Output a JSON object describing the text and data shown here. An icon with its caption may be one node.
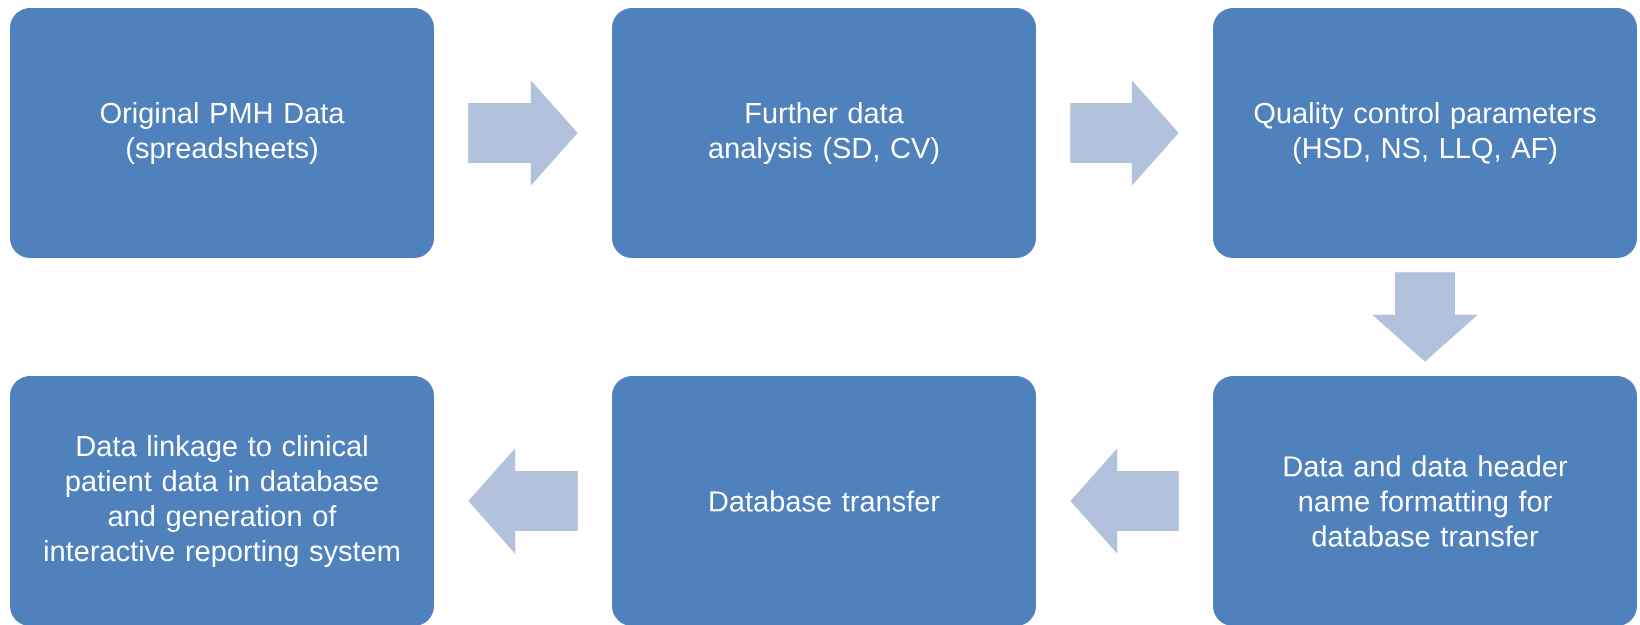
{
  "diagram": {
    "nodes": [
      {
        "text": [
          "Original PMH Data (spreadsheets)"
        ]
      },
      {
        "text": [
          "Further data analysis (SD, CV)"
        ]
      },
      {
        "text": [
          "Quality control parameters (HSD, NS, LLQ, AF)"
        ]
      },
      {
        "text": [
          "Data and data header name formatting for database transfer"
        ]
      },
      {
        "text": [
          "Database transfer"
        ]
      },
      {
        "text": [
          "Data linkage to clinical patient data in database and generation of interactive reporting system"
        ]
      }
    ],
    "edges": [
      {
        "from": 0,
        "to": 1,
        "arrow": "to"
      },
      {
        "from": 1,
        "to": 2,
        "arrow": "to"
      },
      {
        "from": 2,
        "to": 3,
        "arrow": "to"
      },
      {
        "from": 3,
        "to": 4,
        "arrow": "to"
      },
      {
        "from": 4,
        "to": 5,
        "arrow": "to"
      }
    ]
  }
}
